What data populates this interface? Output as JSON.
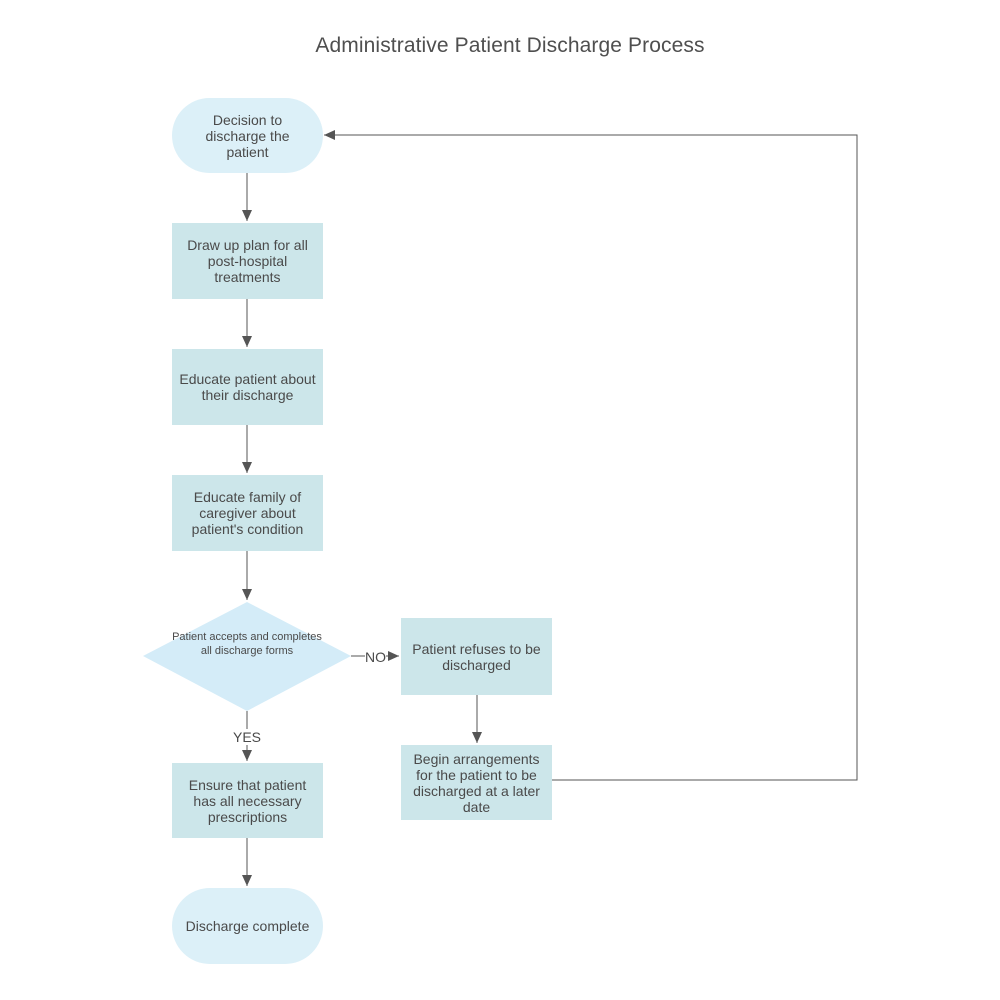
{
  "diagram": {
    "title": "Administrative Patient Discharge Process",
    "nodes": {
      "start": "Decision to discharge the patient",
      "plan": "Draw up plan for all post-hospital treatments",
      "educate_patient": "Educate patient about their discharge",
      "educate_family": "Educate family of caregiver about patient's condition",
      "decision": "Patient accepts and completes all discharge forms",
      "refuses": "Patient refuses to be discharged",
      "later": "Begin arrangements for the patient to be discharged at a later date",
      "prescriptions": "Ensure that patient has all necessary prescriptions",
      "end": "Discharge complete"
    },
    "edge_labels": {
      "no": "NO",
      "yes": "YES"
    },
    "colors": {
      "terminal_fill": "#dcf0f8",
      "process_fill": "#cce6ea",
      "decision_fill": "#d4ecf8",
      "line": "#555555"
    }
  }
}
